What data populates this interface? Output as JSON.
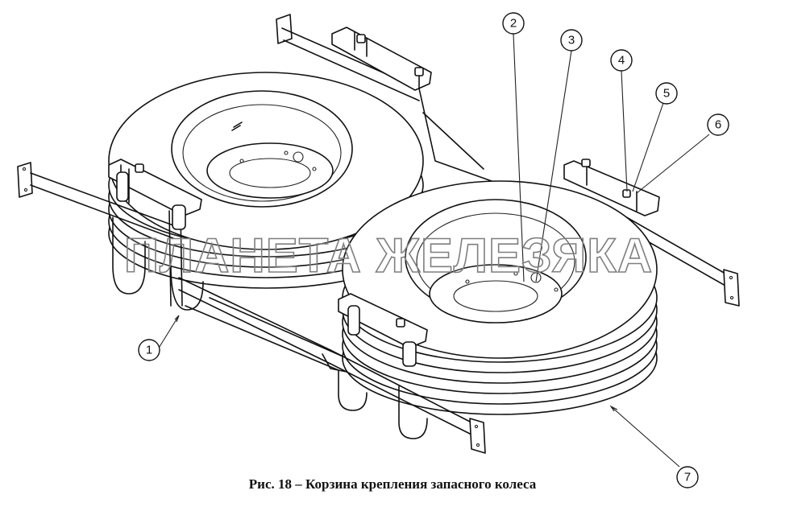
{
  "figure": {
    "caption": "Рис. 18 – Корзина крепления запасного колеса",
    "watermark": "ПЛАНЕТА ЖЕЛЕЗЯКА",
    "callouts": [
      "1",
      "2",
      "3",
      "4",
      "5",
      "6",
      "7"
    ]
  }
}
